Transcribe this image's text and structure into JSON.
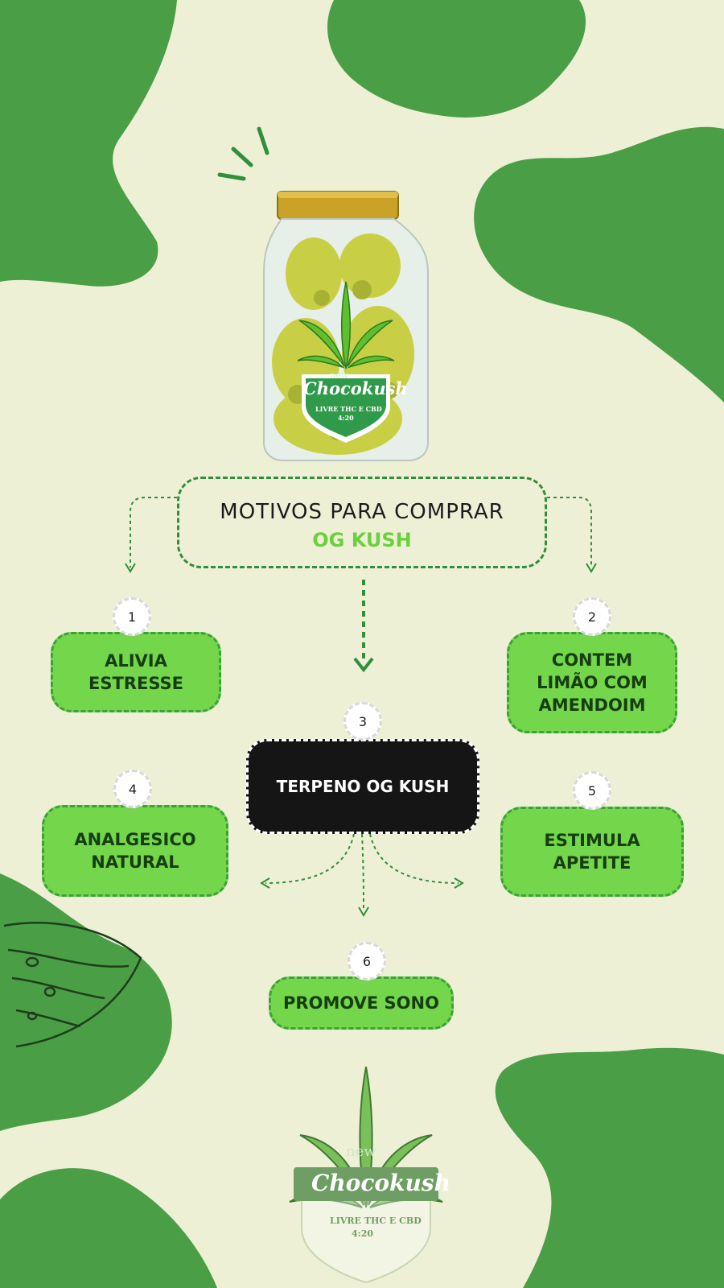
{
  "header": {
    "title_line1": "MOTIVOS PARA COMPRAR",
    "title_line2": "OG KUSH"
  },
  "nodes": [
    {
      "number": "1",
      "label": "ALIVIA\nESTRESSE"
    },
    {
      "number": "2",
      "label": "CONTEM\nLIMÃO COM\nAMENDOIM"
    },
    {
      "number": "3",
      "label": "TERPENO OG KUSH"
    },
    {
      "number": "4",
      "label": "ANALGESICO\nNATURAL"
    },
    {
      "number": "5",
      "label": "ESTIMULA\nAPETITE"
    },
    {
      "number": "6",
      "label": "PROMOVE SONO"
    }
  ],
  "jar_label": {
    "brand_prefix": "new",
    "brand": "Chocokush",
    "tagline": "LIVRE THC E CBD",
    "code": "4:20"
  },
  "footer_logo": {
    "brand_prefix": "new",
    "brand": "Chocokush",
    "tagline": "LIVRE THC E CBD",
    "code": "4:20"
  },
  "colors": {
    "background": "#eef0d6",
    "blob_green": "#4a9e46",
    "node_green": "#73d64b",
    "accent_green": "#6ccf3f",
    "dark_node": "#151515"
  }
}
